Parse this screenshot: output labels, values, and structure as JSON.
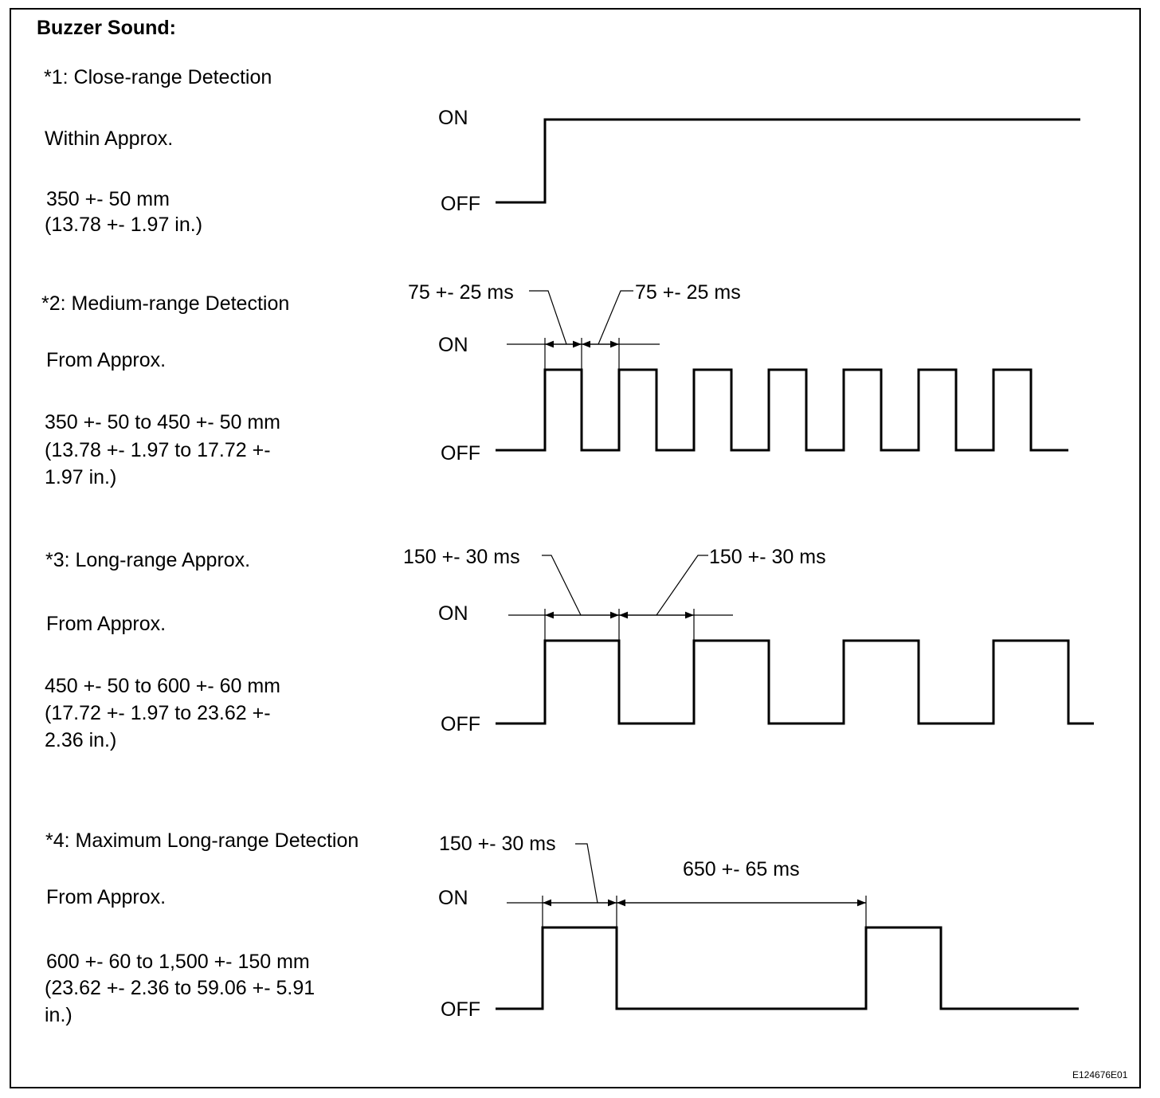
{
  "title": "Buzzer Sound:",
  "sections": [
    {
      "heading": "*1: Close-range Detection",
      "range_prefix": "Within Approx.",
      "range_line1": "350 +- 50 mm",
      "range_line2": "(13.78 +- 1.97 in.)",
      "range_line3": "",
      "on_label": "ON",
      "off_label": "OFF",
      "pattern": "constant-on",
      "timing_labels": []
    },
    {
      "heading": "*2: Medium-range Detection",
      "range_prefix": "From Approx.",
      "range_line1": "350 +- 50 to 450 +- 50 mm",
      "range_line2": "(13.78 +- 1.97 to 17.72 +-",
      "range_line3": "1.97 in.)",
      "on_label": "ON",
      "off_label": "OFF",
      "pattern": "pulse",
      "on_ms": "75 +- 25 ms",
      "off_ms": "75 +- 25 ms",
      "pulse_count": 7,
      "timing_labels": [
        "75 +- 25 ms",
        "75 +- 25 ms"
      ]
    },
    {
      "heading": "*3: Long-range Approx.",
      "range_prefix": "From Approx.",
      "range_line1": "450 +- 50 to 600 +- 60 mm",
      "range_line2": "(17.72 +- 1.97 to 23.62 +-",
      "range_line3": "2.36 in.)",
      "on_label": "ON",
      "off_label": "OFF",
      "pattern": "pulse",
      "on_ms": "150 +- 30 ms",
      "off_ms": "150 +- 30 ms",
      "pulse_count": 4,
      "timing_labels": [
        "150 +- 30 ms",
        "150 +- 30 ms"
      ]
    },
    {
      "heading": "*4: Maximum Long-range Detection",
      "range_prefix": "From Approx.",
      "range_line1": "600 +- 60  to 1,500 +- 150 mm",
      "range_line2": "(23.62 +- 2.36 to 59.06 +- 5.91",
      "range_line3": "in.)",
      "on_label": "ON",
      "off_label": "OFF",
      "pattern": "pulse",
      "on_ms": "150 +- 30 ms",
      "off_ms": "650 +- 65 ms",
      "pulse_count": 2,
      "timing_labels": [
        "150 +- 30 ms",
        "650 +- 65 ms"
      ]
    }
  ],
  "figure_id": "E124676E01"
}
